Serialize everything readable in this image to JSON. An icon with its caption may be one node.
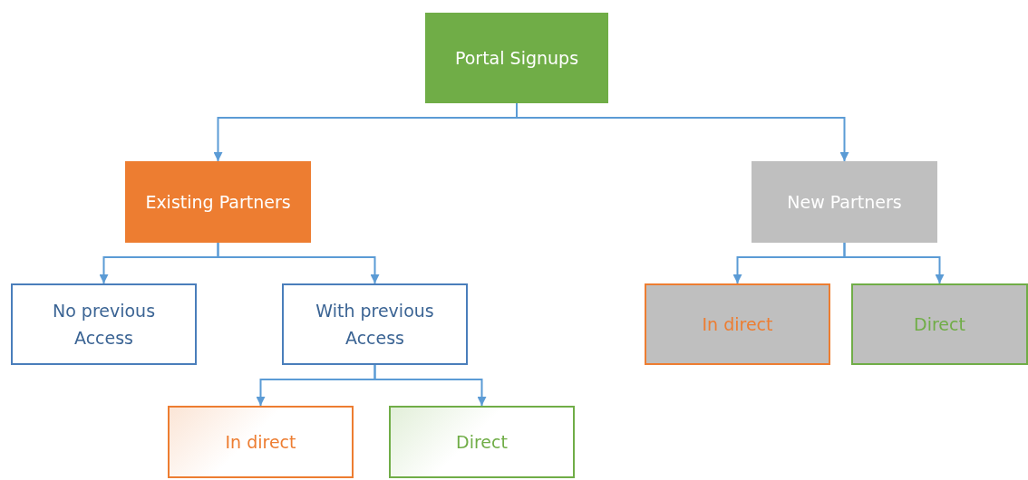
{
  "diagram": {
    "nodes": [
      {
        "text": [
          "Portal Signups"
        ]
      },
      {
        "text": [
          "Existing Partners"
        ]
      },
      {
        "text": [
          "New Partners"
        ]
      },
      {
        "text": [
          "No previous Access"
        ]
      },
      {
        "text": [
          "With previous Access"
        ]
      },
      {
        "text": [
          "In direct"
        ]
      },
      {
        "text": [
          "Direct"
        ]
      },
      {
        "text": [
          "In direct"
        ]
      },
      {
        "text": [
          "Direct"
        ]
      }
    ],
    "edges": [
      {
        "from": 0,
        "to": 1,
        "arrow": "to"
      },
      {
        "from": 0,
        "to": 2,
        "arrow": "to"
      },
      {
        "from": 1,
        "to": 3,
        "arrow": "to"
      },
      {
        "from": 1,
        "to": 4,
        "arrow": "to"
      },
      {
        "from": 4,
        "to": 5,
        "arrow": "to"
      },
      {
        "from": 4,
        "to": 6,
        "arrow": "to"
      },
      {
        "from": 2,
        "to": 7,
        "arrow": "to"
      },
      {
        "from": 2,
        "to": 8,
        "arrow": "to"
      }
    ]
  }
}
